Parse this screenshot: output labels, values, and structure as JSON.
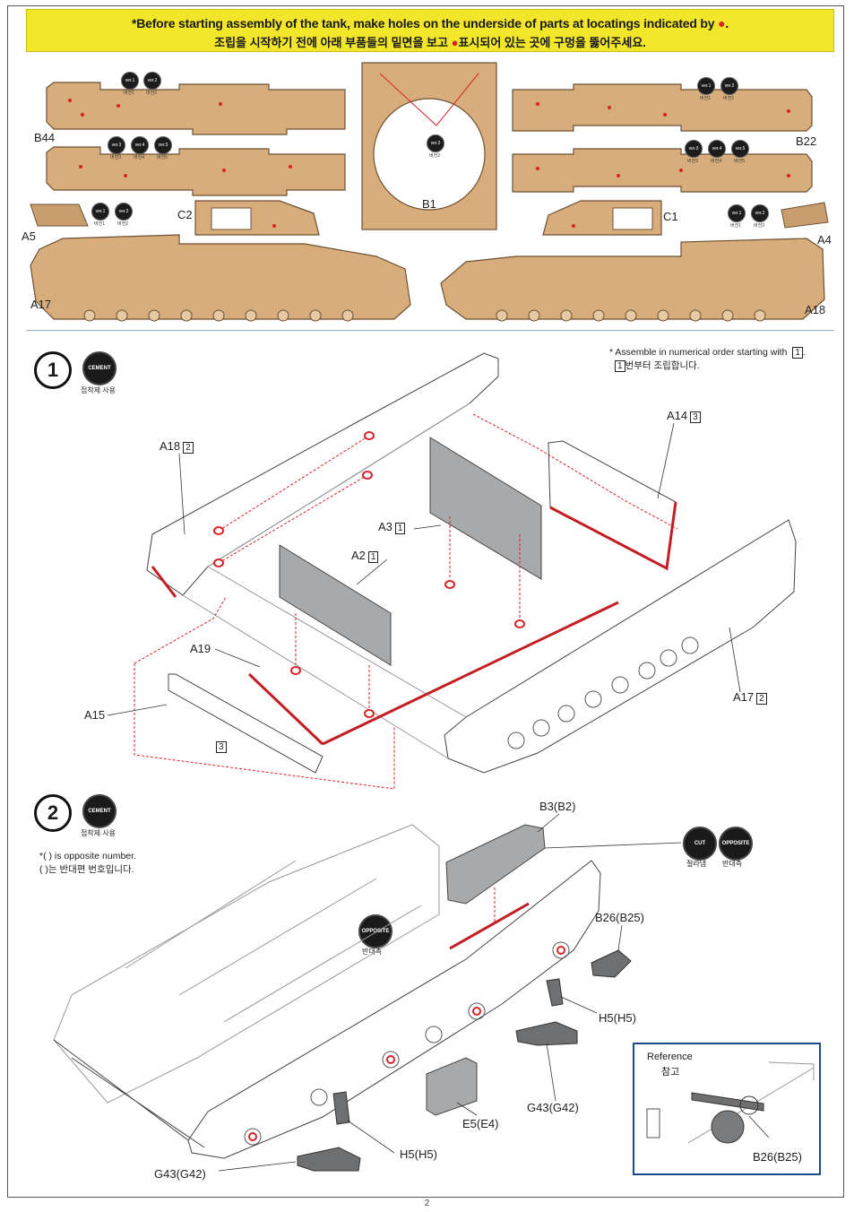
{
  "banner": {
    "english": "*Before starting assembly of the tank, make holes on the underside of parts at locatings indicated by",
    "english_end": ".",
    "korean_start": "조립을 시작하기 전에 아래 부품들의 밑면을 보고",
    "korean_end": "표시되어 있는 곳에 구멍을 뚫어주세요.",
    "marker": "●",
    "marker_color": "#d8232a"
  },
  "top_parts": {
    "labels": [
      "B44",
      "B22",
      "B1",
      "C2",
      "C1",
      "A5",
      "A4",
      "A17",
      "A18"
    ],
    "ver": {
      "v1": "ver.1",
      "v2": "ver.2",
      "v3": "ver.3",
      "v4": "ver.4",
      "v5": "ver.5",
      "c1": "버전1",
      "c2": "버전2",
      "c3": "버전3",
      "c4": "버전4",
      "c5": "버전5"
    }
  },
  "step1": {
    "number": "1",
    "badge": "CEMENT",
    "badge_caption": "접착제 사용",
    "note_en": "* Assemble in numerical order starting with",
    "note_en_end": ".",
    "note_ko": "번부터 조립합니다.",
    "order_mark": "1",
    "labels": [
      {
        "name": "A18",
        "order": "2"
      },
      {
        "name": "A14",
        "order": "3"
      },
      {
        "name": "A3",
        "order": "1"
      },
      {
        "name": "A2",
        "order": "1"
      },
      {
        "name": "A19",
        "order": ""
      },
      {
        "name": "A15",
        "order": ""
      },
      {
        "name": "A17",
        "order": "2"
      }
    ],
    "loose_order": "3"
  },
  "step2": {
    "number": "2",
    "badge": "CEMENT",
    "badge_caption": "접착제 사용",
    "note_en": "*( ) is opposite number.",
    "note_ko": "( )는 반대편 번호입니다.",
    "cut_badge": "CUT",
    "cut_caption": "절라냄",
    "opposite_badge": "OPPOSITE",
    "opposite_caption": "반대측",
    "labels": [
      "B3(B2)",
      "B26(B25)",
      "H5(H5)",
      "G43(G42)",
      "E5(E4)",
      "H5(H5)",
      "G43(G42)"
    ]
  },
  "reference": {
    "title_en": "Reference",
    "title_ko": "참고",
    "label": "B26(B25)"
  },
  "page_number": "2",
  "colors": {
    "banner": "#f2e62a",
    "part_tan": "#d7ad7c",
    "accent_red": "#d8232a",
    "ref_border": "#1b4a8a"
  }
}
